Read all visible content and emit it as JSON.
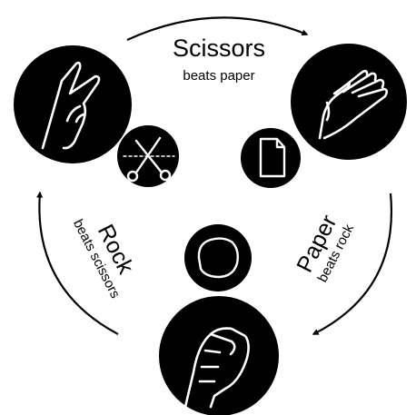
{
  "colors": {
    "ink": "#000000",
    "paper": "#ffffff"
  },
  "moves": [
    {
      "id": "scissors",
      "name": "Scissors",
      "beats_text": "beats paper",
      "hand_icon": "peace-hand-icon",
      "symbol_icon": "scissors-icon"
    },
    {
      "id": "paper",
      "name": "Paper",
      "beats_text": "beats rock",
      "hand_icon": "open-hand-icon",
      "symbol_icon": "paper-sheet-icon"
    },
    {
      "id": "rock",
      "name": "Rock",
      "beats_text": "beats scissors",
      "hand_icon": "fist-icon",
      "symbol_icon": "rock-icon"
    }
  ]
}
